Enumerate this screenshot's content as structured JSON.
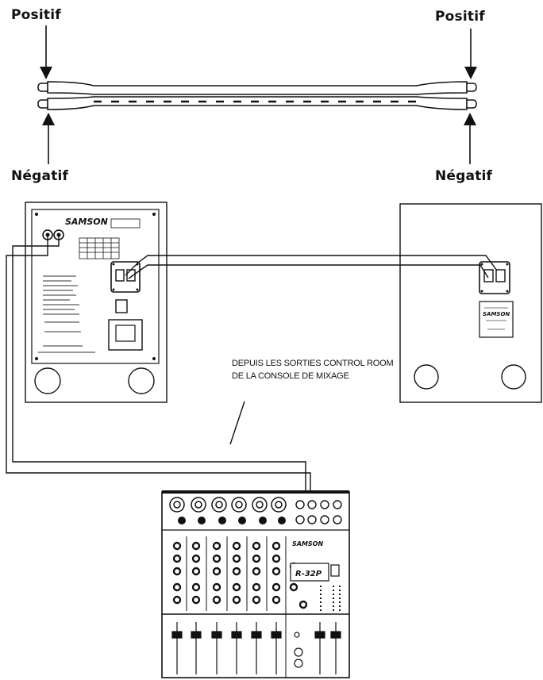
{
  "labels": {
    "positive_left": "Positif",
    "positive_right": "Positif",
    "negative_left": "Négatif",
    "negative_right": "Négatif"
  },
  "note": {
    "line1": "DEPUIS LES SORTIES CONTROL ROOM",
    "line2": "DE LA CONSOLE DE MIXAGE"
  },
  "brand": {
    "speaker_left": "SAMSON",
    "speaker_right": "SAMSON",
    "mixer": "SAMSON",
    "mixer_display": "R-32P"
  }
}
